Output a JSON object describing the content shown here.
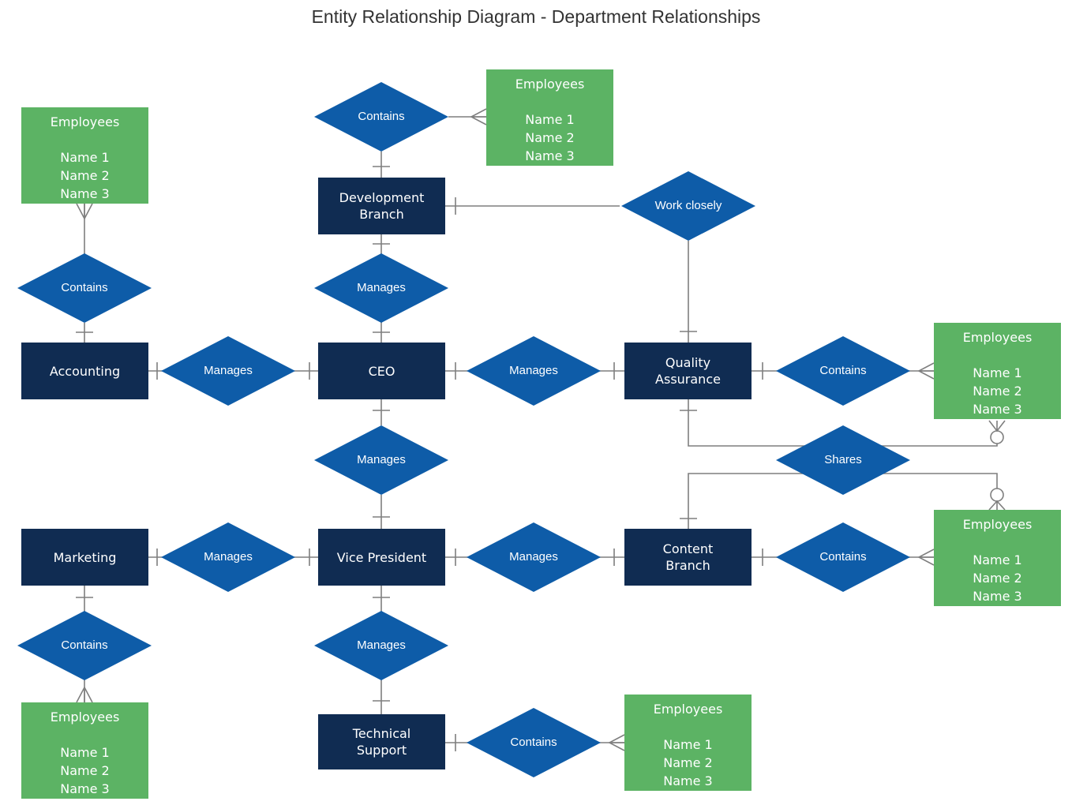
{
  "title": "Entity Relationship Diagram - Department Relationships",
  "entities": {
    "development_branch": "Development Branch",
    "ceo": "CEO",
    "accounting": "Accounting",
    "quality_assurance": "Quality Assurance",
    "marketing": "Marketing",
    "vice_president": "Vice President",
    "content_branch": "Content Branch",
    "technical_support": "Technical Support"
  },
  "relationships": {
    "contains_dev": "Contains",
    "contains_accounting": "Contains",
    "manages_dev_ceo": "Manages",
    "work_closely": "Work closely",
    "manages_accounting_ceo": "Manages",
    "manages_ceo_qa": "Manages",
    "contains_qa": "Contains",
    "manages_ceo_vp": "Manages",
    "shares": "Shares",
    "manages_marketing_vp": "Manages",
    "manages_vp_content": "Manages",
    "contains_content": "Contains",
    "contains_marketing": "Contains",
    "manages_vp_ts": "Manages",
    "contains_ts": "Contains"
  },
  "attribute_box": {
    "title": "Employees",
    "names": [
      "Name 1",
      "Name 2",
      "Name 3"
    ]
  },
  "colors": {
    "entity_fill": "#102c52",
    "relationship_fill": "#0e5ca8",
    "attribute_fill": "#5cb364",
    "connector": "#7f7f7f",
    "node_text": "#ffffff",
    "title_text": "#333333"
  }
}
